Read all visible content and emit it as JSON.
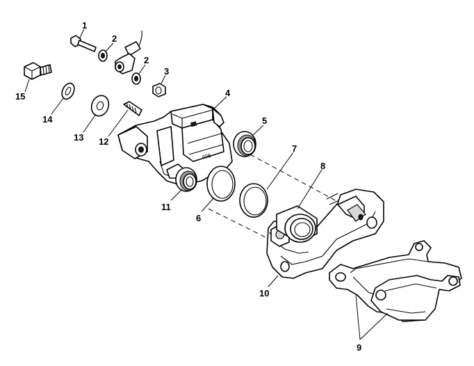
{
  "stamp_text": "408",
  "callouts": [
    {
      "id": "1",
      "label": "1"
    },
    {
      "id": "2a",
      "label": "2"
    },
    {
      "id": "2b",
      "label": "2"
    },
    {
      "id": "3",
      "label": "3"
    },
    {
      "id": "4",
      "label": "4"
    },
    {
      "id": "5",
      "label": "5"
    },
    {
      "id": "6",
      "label": "6"
    },
    {
      "id": "7",
      "label": "7"
    },
    {
      "id": "8",
      "label": "8"
    },
    {
      "id": "9",
      "label": "9"
    },
    {
      "id": "10",
      "label": "10"
    },
    {
      "id": "11",
      "label": "11"
    },
    {
      "id": "12",
      "label": "12"
    },
    {
      "id": "13",
      "label": "13"
    },
    {
      "id": "14",
      "label": "14"
    },
    {
      "id": "15",
      "label": "15"
    }
  ]
}
